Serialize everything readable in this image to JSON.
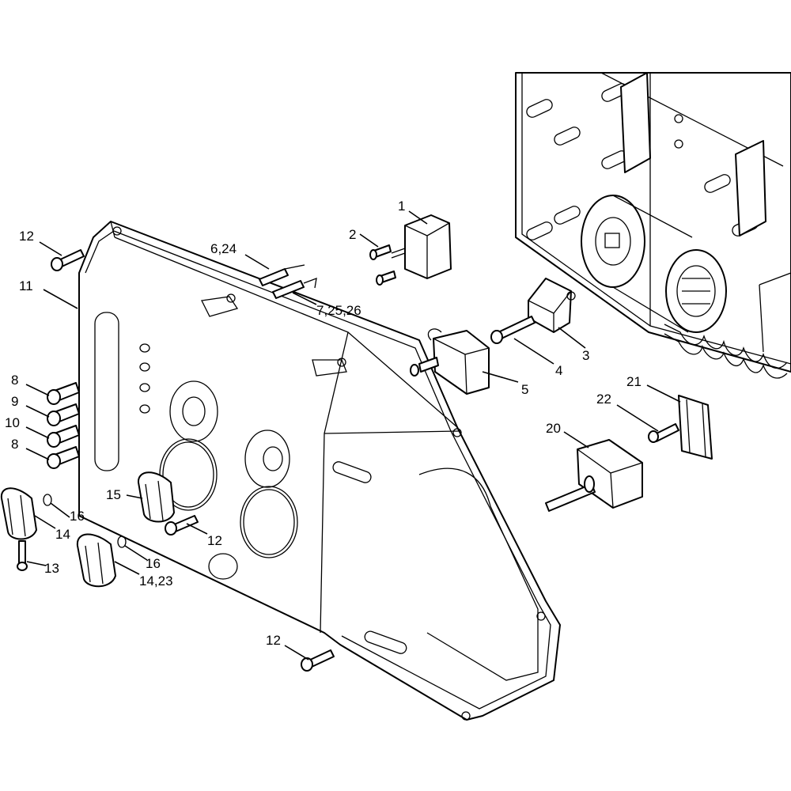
{
  "labels": {
    "l1": "1",
    "l2": "2",
    "l3": "3",
    "l4": "4",
    "l5": "5",
    "l6_24": "6,24",
    "l7_25_26": "7,25,26",
    "l8a": "8",
    "l9": "9",
    "l10": "10",
    "l8b": "8",
    "l11": "11",
    "l12a": "12",
    "l12b": "12",
    "l12c": "12",
    "l13": "13",
    "l14": "14",
    "l14_23": "14,23",
    "l15": "15",
    "l16a": "16",
    "l16b": "16",
    "l20": "20",
    "l21": "21",
    "l22": "22"
  }
}
